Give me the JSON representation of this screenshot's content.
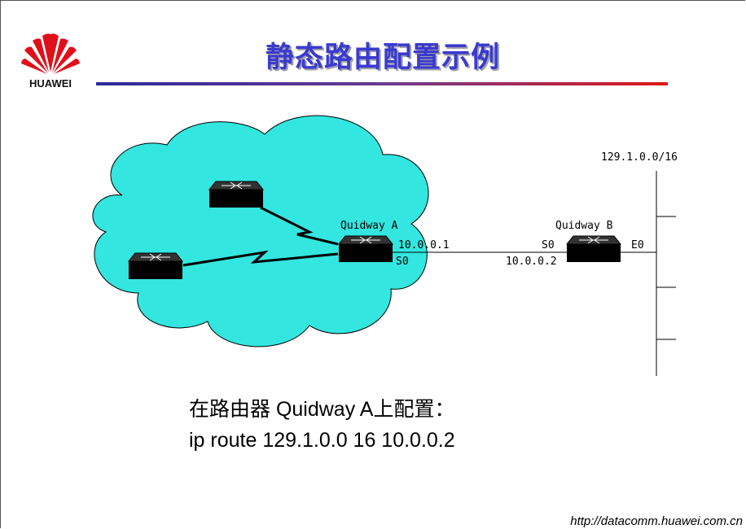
{
  "brand": {
    "logo_text": "HUAWEI"
  },
  "title": "静态路由配置示例",
  "diagram": {
    "router_a_label": "Quidway A",
    "router_b_label": "Quidway B",
    "a_s0_ip": "10.0.0.1",
    "a_s0_port": "S0",
    "b_s0_port": "S0",
    "b_s0_ip": "10.0.0.2",
    "b_e0_port": "E0",
    "network_label": "129.1.0.0/16",
    "cloud_color": "#33e6e0"
  },
  "config": {
    "line1": "在路由器 Quidway A上配置：",
    "line2": "ip route 129.1.0.0 16 10.0.0.2"
  },
  "footer": {
    "url": "http://datacomm.huawei.com.cn"
  }
}
